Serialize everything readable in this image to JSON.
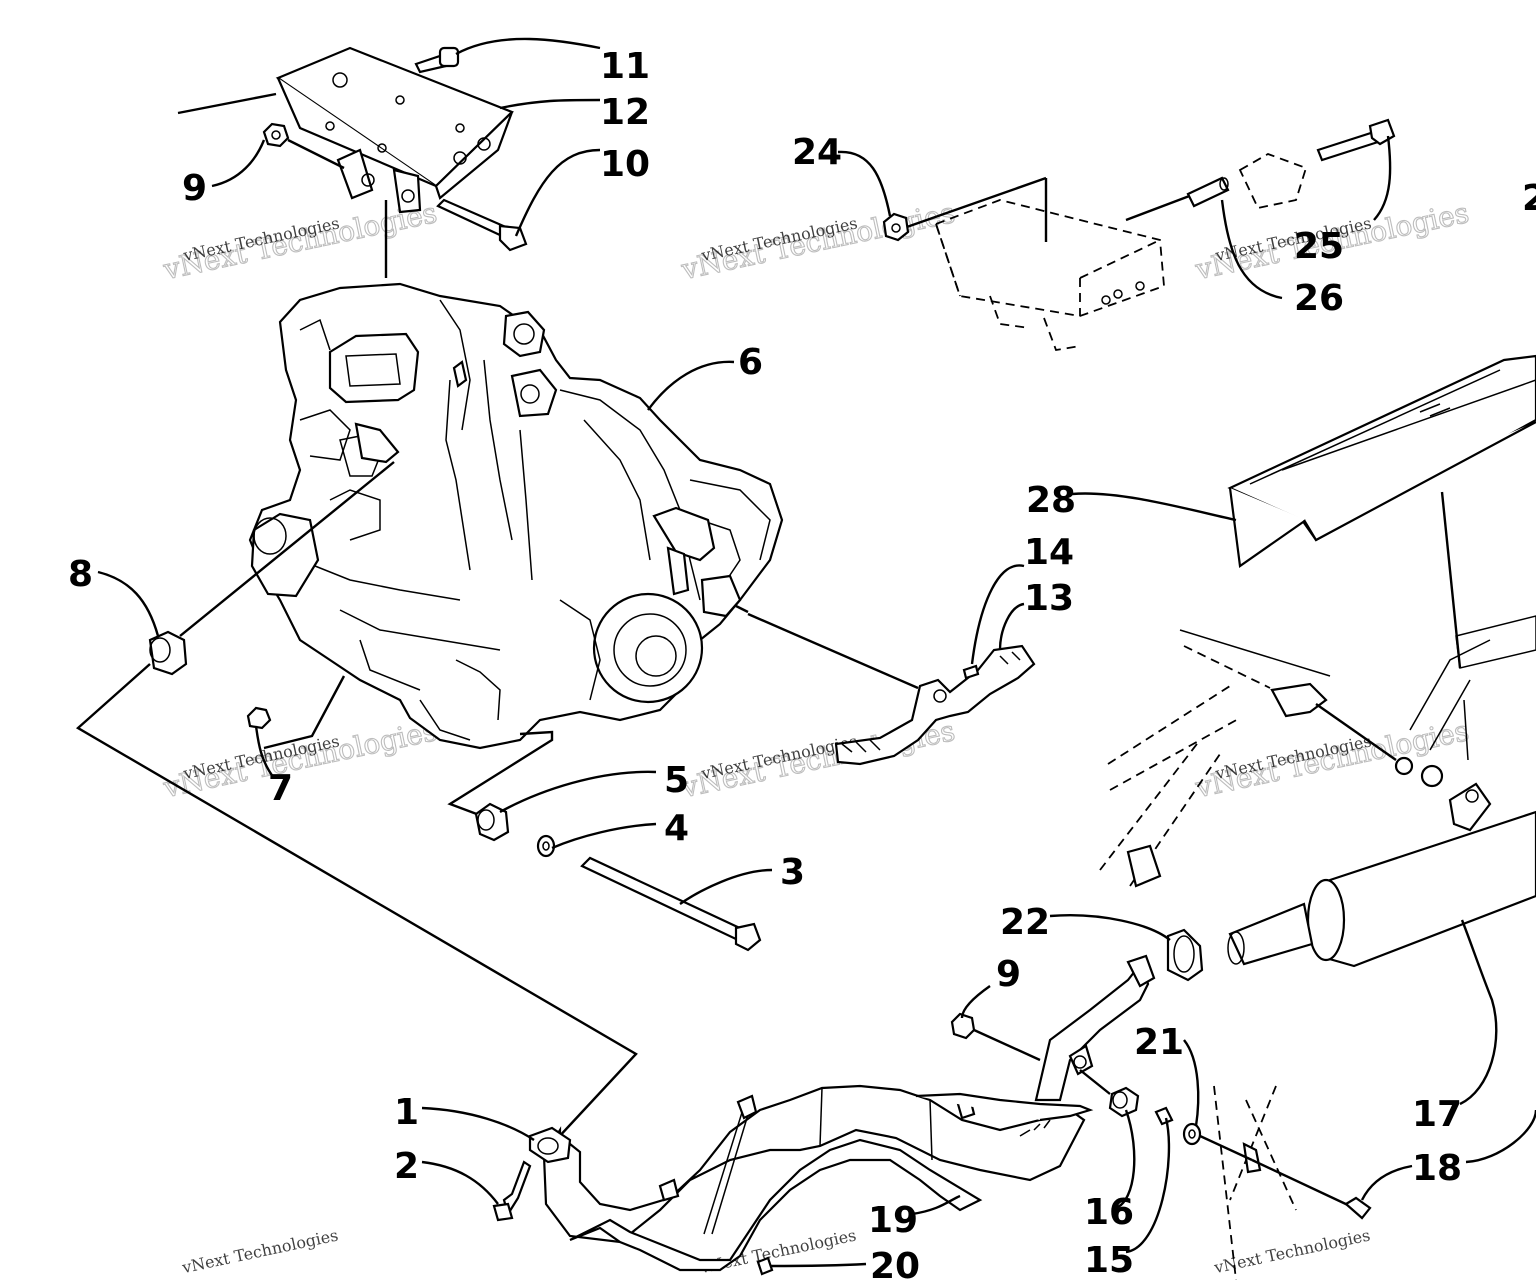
{
  "diagram": {
    "callouts": [
      "1",
      "2",
      "3",
      "4",
      "5",
      "6",
      "7",
      "8",
      "9",
      "9",
      "10",
      "11",
      "12",
      "13",
      "14",
      "15",
      "16",
      "17",
      "18",
      "19",
      "20",
      "21",
      "22",
      "24",
      "25",
      "26",
      "28",
      "2"
    ],
    "watermark": {
      "line1": "vNext Technologies",
      "line2": "vNext Technologies"
    }
  },
  "icons": {
    "engine": "engine-assembly-icon",
    "bolt": "bolt-icon",
    "nut": "nut-icon",
    "bracket": "mount-bracket-icon",
    "muffler": "muffler-icon",
    "exhaust_pipe": "exhaust-pipe-icon",
    "heat_shield": "heat-shield-icon",
    "footrest": "footrest-icon",
    "spacer": "spacer-icon",
    "washer": "washer-icon",
    "clamp": "clamp-icon",
    "spring": "spring-icon"
  }
}
